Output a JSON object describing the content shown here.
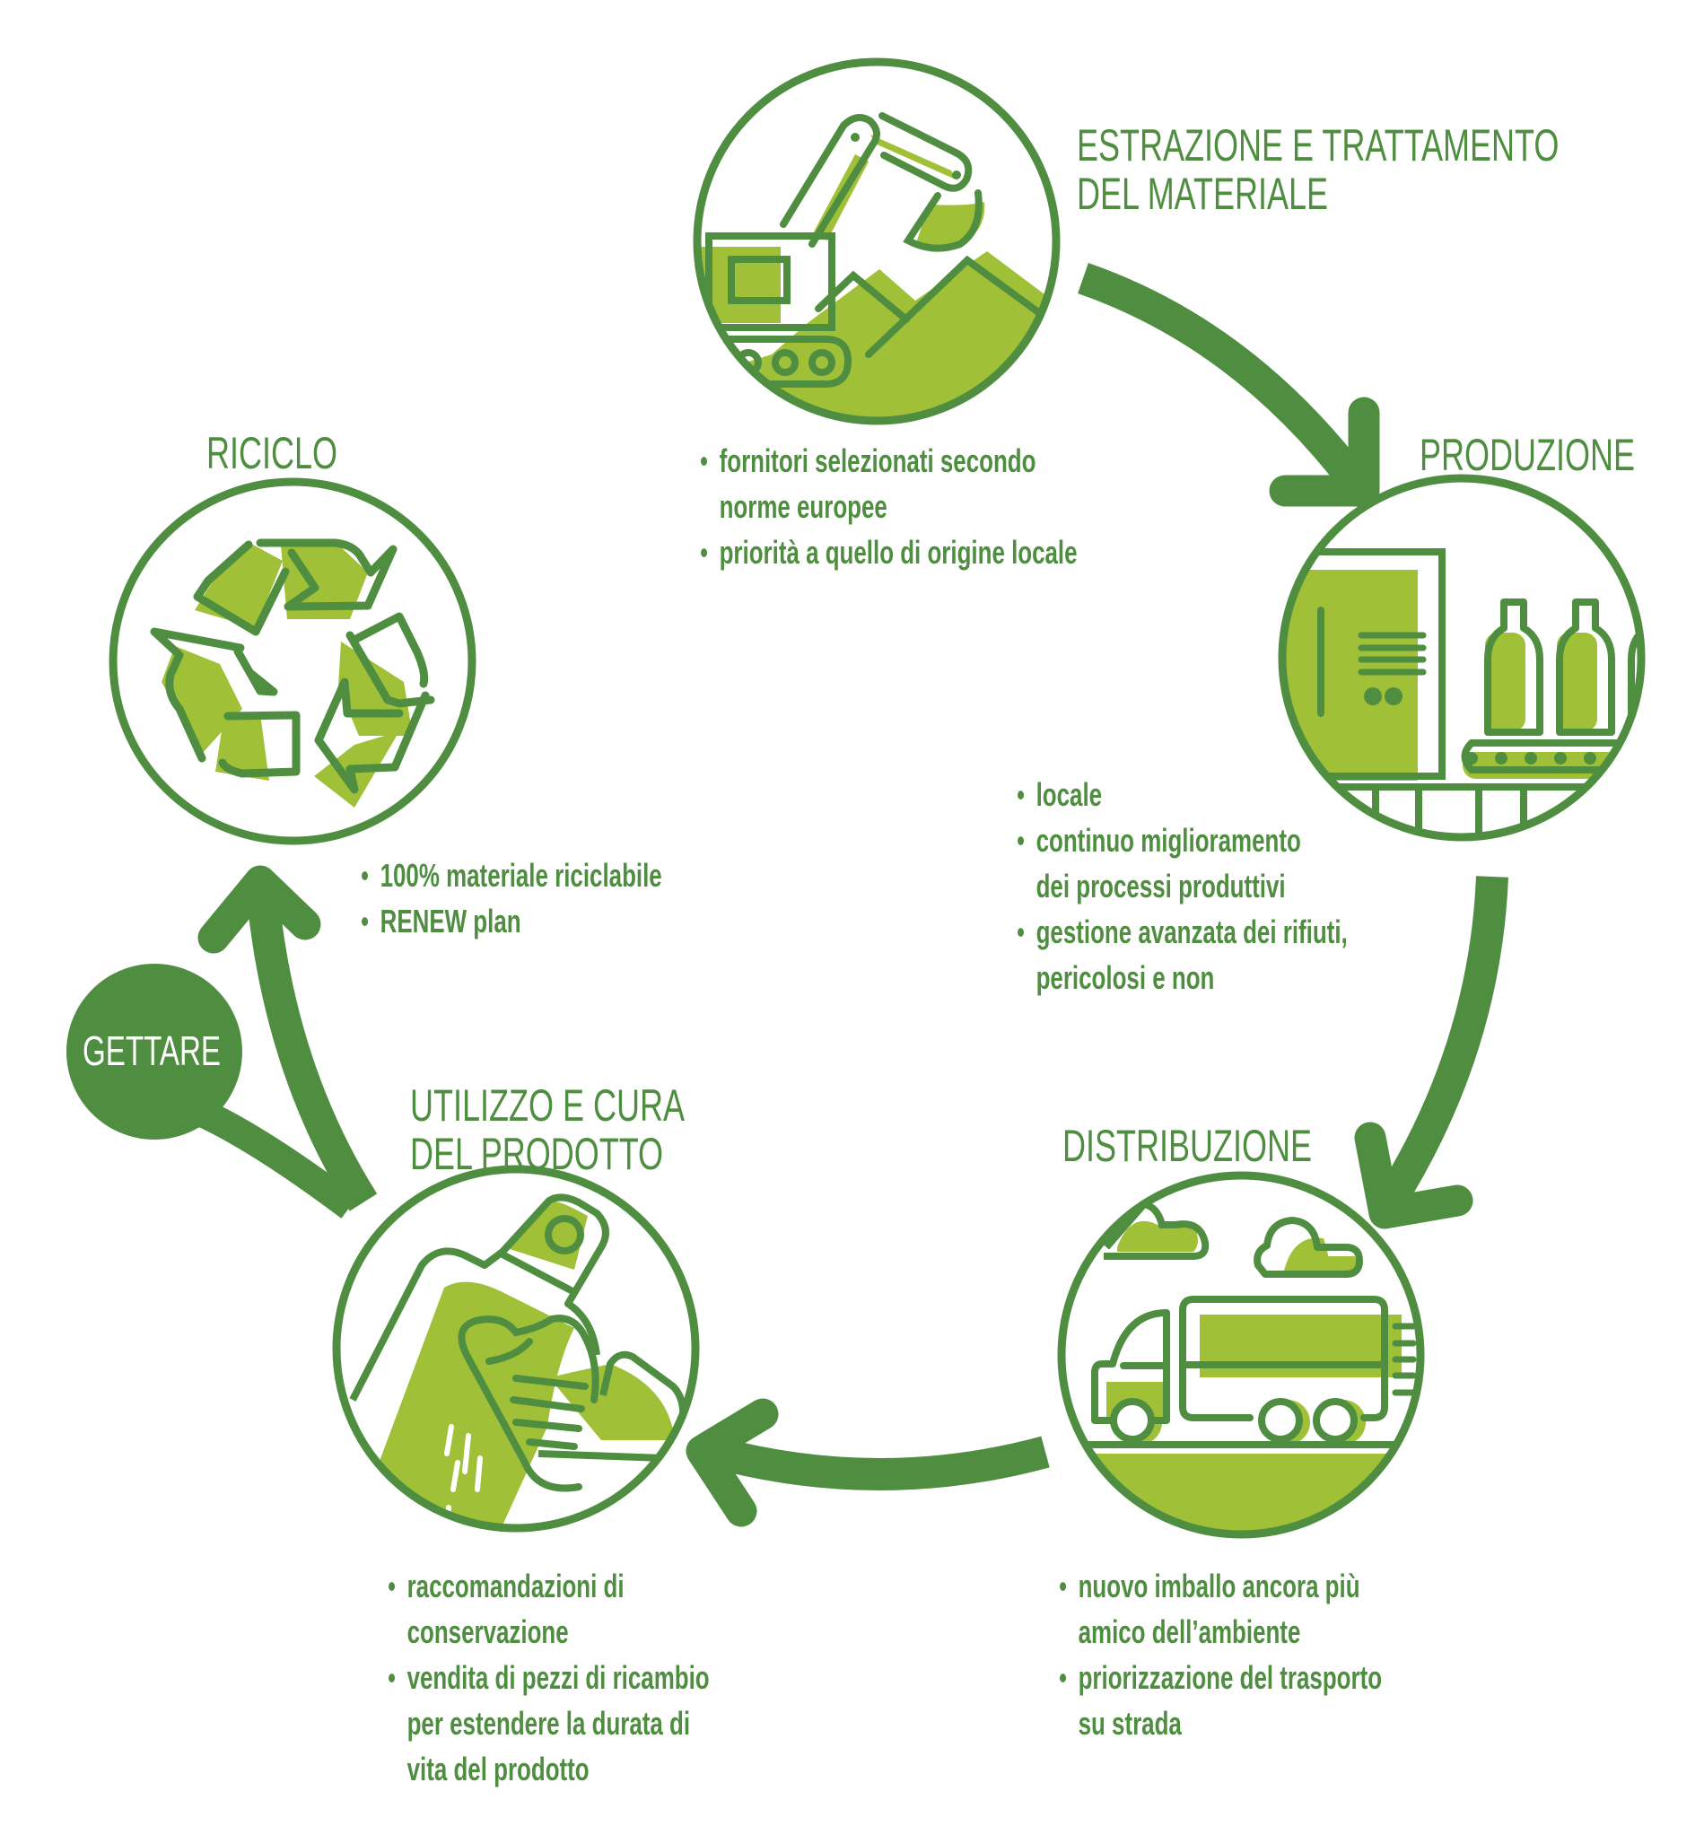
{
  "colors": {
    "dark_green": "#4F8E40",
    "light_green": "#A0C037",
    "background": "#FFFFFF"
  },
  "stages": [
    {
      "id": "estrazione",
      "title_lines": [
        "ESTRAZIONE E TRATTAMENTO",
        "DEL MATERIALE"
      ],
      "icon": "excavator-icon",
      "bullets": [
        "fornitori selezionati secondo\nnorme europee",
        "priorità a quello di origine locale"
      ]
    },
    {
      "id": "produzione",
      "title_lines": [
        "PRODUZIONE"
      ],
      "icon": "factory-bottles-icon",
      "bullets": [
        "locale",
        "continuo miglioramento\ndei processi produttivi",
        "gestione avanzata dei rifiuti,\npericolosi e non"
      ]
    },
    {
      "id": "distribuzione",
      "title_lines": [
        "DISTRIBUZIONE"
      ],
      "icon": "truck-icon",
      "bullets": [
        "nuovo imballo ancora più\namico dell’ambiente",
        "priorizzazione del trasporto\nsu strada"
      ]
    },
    {
      "id": "utilizzo",
      "title_lines": [
        "UTILIZZO E CURA",
        "DEL PRODOTTO"
      ],
      "icon": "spray-cleaning-icon",
      "bullets": [
        "raccomandazioni di\nconservazione",
        "vendita di pezzi di ricambio\nper estendere la durata di\nvita del prodotto"
      ]
    },
    {
      "id": "riciclo",
      "title_lines": [
        "RICICLO"
      ],
      "icon": "recycle-icon",
      "bullets": [
        "100% materiale riciclabile",
        "RENEW plan"
      ]
    }
  ],
  "branch": {
    "label": "GETTARE"
  }
}
